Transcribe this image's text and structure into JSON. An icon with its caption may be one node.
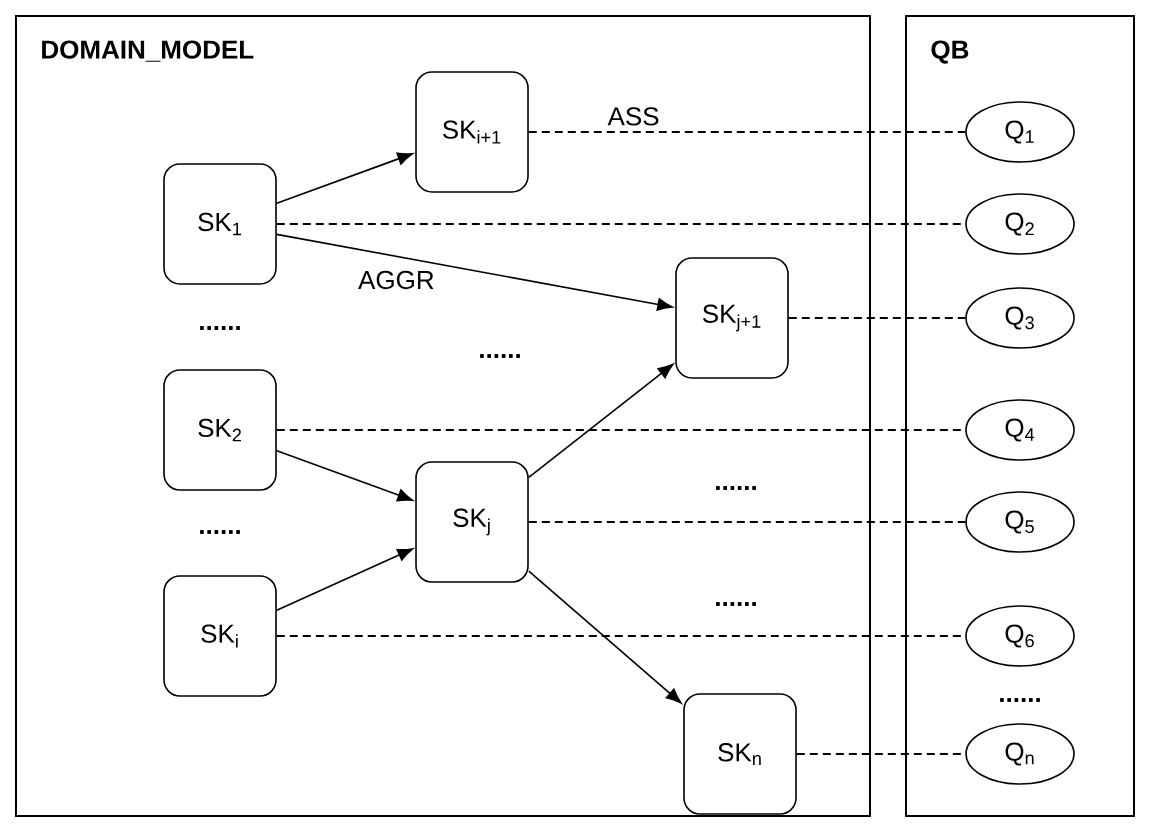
{
  "diagram": {
    "nodes": [
      {
        "text": [
          "DOMAIN_MODEL"
        ]
      },
      {
        "text": [
          "SK$_{1}$"
        ],
        "in": 0
      },
      {
        "text": [
          "SK$_{i+1}$"
        ],
        "in": 0
      },
      {
        "text": [
          "SK$_{j+1}$"
        ],
        "in": 0
      },
      {
        "text": [
          "SK$_{2}$"
        ],
        "in": 0
      },
      {
        "text": [
          "SK$_{j}$"
        ],
        "in": 0
      },
      {
        "text": [
          "SK$_{i}$"
        ],
        "in": 0
      },
      {
        "text": [
          "SK$_{n}$"
        ],
        "in": 0
      },
      {
        "text": [
          "QB"
        ]
      },
      {
        "text": [
          "Q$_{1}$"
        ],
        "in": 8
      },
      {
        "text": [
          "Q$_{2}$"
        ],
        "in": 8
      },
      {
        "text": [
          "Q$_{3}$"
        ],
        "in": 8
      },
      {
        "text": [
          "Q$_{4}$"
        ],
        "in": 8
      },
      {
        "text": [
          "Q$_{5}$"
        ],
        "in": 8
      },
      {
        "text": [
          "Q$_{6}$"
        ],
        "in": 8
      },
      {
        "text": [
          "Q$_{n}$"
        ],
        "in": 8
      }
    ],
    "edges": [
      {
        "from": 1,
        "to": 2,
        "arrow": "to"
      },
      {
        "from": 1,
        "to": 3,
        "arrow": "to",
        "label": "AGGR"
      },
      {
        "from": 4,
        "to": 5,
        "arrow": "to"
      },
      {
        "from": 6,
        "to": 5,
        "arrow": "to"
      },
      {
        "from": 5,
        "to": 3,
        "arrow": "to"
      },
      {
        "from": 5,
        "to": 7,
        "arrow": "to"
      },
      {
        "from": 2,
        "to": 9,
        "arrow": "none",
        "style": "dashed",
        "label": "ASS"
      },
      {
        "from": 1,
        "to": 10,
        "arrow": "none",
        "style": "dashed"
      },
      {
        "from": 3,
        "to": 11,
        "arrow": "none",
        "style": "dashed"
      },
      {
        "from": 4,
        "to": 12,
        "arrow": "none",
        "style": "dashed"
      },
      {
        "from": 5,
        "to": 13,
        "arrow": "none",
        "style": "dashed"
      },
      {
        "from": 6,
        "to": 14,
        "arrow": "none",
        "style": "dashed"
      },
      {
        "from": 7,
        "to": 15,
        "arrow": "none",
        "style": "dashed"
      }
    ],
    "labels": [
      "......",
      "......",
      "......",
      "......",
      "......",
      "......"
    ]
  }
}
